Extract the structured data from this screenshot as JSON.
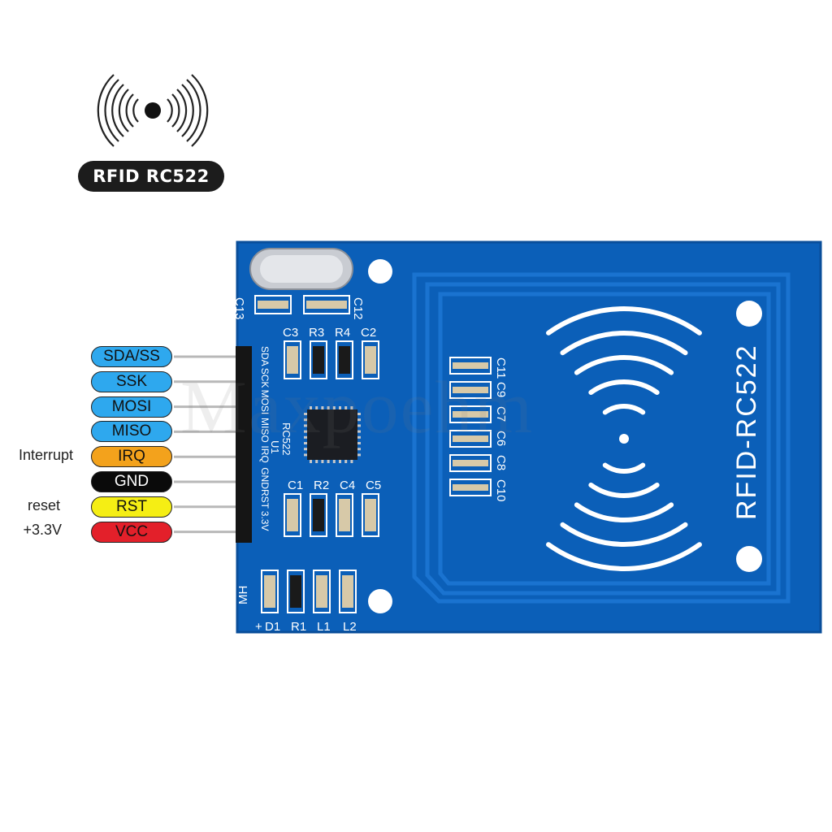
{
  "badge": {
    "title": "RFID RC522"
  },
  "pins": [
    {
      "label": "SDA/SS",
      "color": "#2ea8ee",
      "text_color": "#111111"
    },
    {
      "label": "SSK",
      "color": "#2ea8ee",
      "text_color": "#111111"
    },
    {
      "label": "MOSI",
      "color": "#2ea8ee",
      "text_color": "#111111"
    },
    {
      "label": "MISO",
      "color": "#2ea8ee",
      "text_color": "#111111"
    },
    {
      "label": "IRQ",
      "color": "#f3a21c",
      "text_color": "#111111"
    },
    {
      "label": "GND",
      "color": "#0a0a0a",
      "text_color": "#ffffff"
    },
    {
      "label": "RST",
      "color": "#f5ee14",
      "text_color": "#111111"
    },
    {
      "label": "VCC",
      "color": "#e3202a",
      "text_color": "#111111"
    }
  ],
  "notes": {
    "interrupt": "Interrupt",
    "reset": "reset",
    "voltage": "+3.3V"
  },
  "board": {
    "name": "RFID-RC522",
    "pcb_color": "#0b5fb8",
    "silk_pins": [
      "SDA",
      "SCK",
      "MOSI",
      "MISO",
      "IRQ",
      "GND",
      "RST",
      "3.3V"
    ],
    "chip_label": "RC522",
    "chip_ref": "U1",
    "components_top": [
      "C3",
      "R3",
      "R4",
      "C2"
    ],
    "components_mid": [
      "C1",
      "R2",
      "C4",
      "C5"
    ],
    "components_bottom": [
      "D1",
      "R1",
      "L1",
      "L2"
    ],
    "components_right": [
      "C11",
      "C9",
      "C7",
      "C6",
      "C8",
      "C10"
    ],
    "crystal_caps": [
      "C13",
      "C12"
    ],
    "power_mark": "+",
    "mh_mark": "MH"
  },
  "watermark": "Maxpoehm"
}
